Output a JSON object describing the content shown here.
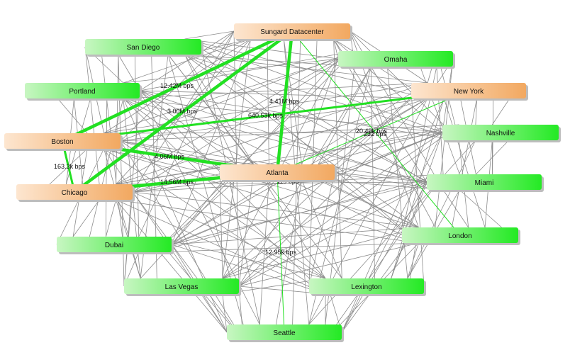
{
  "colors": {
    "mesh_line": "#8c8c8c",
    "traffic_line": "#22e022",
    "green_node_from": "#c8f6c2",
    "green_node_to": "#24ea24",
    "orange_node_from": "#fde6d0",
    "orange_node_to": "#f2a860",
    "shadow": "#bdbdbd",
    "label_text": "#111111"
  },
  "nodes": [
    {
      "id": "sungard",
      "label": "Sungard Datacenter",
      "style": "orange"
    },
    {
      "id": "sandiego",
      "label": "San Diego",
      "style": "green"
    },
    {
      "id": "omaha",
      "label": "Omaha",
      "style": "green"
    },
    {
      "id": "portland",
      "label": "Portland",
      "style": "green"
    },
    {
      "id": "newyork",
      "label": "New York",
      "style": "orange"
    },
    {
      "id": "nashville",
      "label": "Nashville",
      "style": "green"
    },
    {
      "id": "boston",
      "label": "Boston",
      "style": "orange"
    },
    {
      "id": "atlanta",
      "label": "Atlanta",
      "style": "orange"
    },
    {
      "id": "miami",
      "label": "Miami",
      "style": "green"
    },
    {
      "id": "chicago",
      "label": "Chicago",
      "style": "orange"
    },
    {
      "id": "london",
      "label": "London",
      "style": "green"
    },
    {
      "id": "dubai",
      "label": "Dubai",
      "style": "green"
    },
    {
      "id": "lasvegas",
      "label": "Las Vegas",
      "style": "green"
    },
    {
      "id": "lexington",
      "label": "Lexington",
      "style": "green"
    },
    {
      "id": "seattle",
      "label": "Seattle",
      "style": "green"
    }
  ],
  "links": [
    {
      "from": "sungard",
      "to": "boston",
      "level": "thick"
    },
    {
      "from": "sungard",
      "to": "chicago",
      "level": "thick"
    },
    {
      "from": "sungard",
      "to": "atlanta",
      "level": "thick"
    },
    {
      "from": "sungard",
      "to": "london",
      "level": "thin"
    },
    {
      "from": "boston",
      "to": "newyork",
      "level": "medium"
    },
    {
      "from": "boston",
      "to": "atlanta",
      "level": "thick"
    },
    {
      "from": "boston",
      "to": "chicago",
      "level": "medium"
    },
    {
      "from": "chicago",
      "to": "atlanta",
      "level": "thick"
    },
    {
      "from": "newyork",
      "to": "atlanta",
      "level": "thin"
    },
    {
      "from": "atlanta",
      "to": "seattle",
      "level": "thin"
    }
  ],
  "traffic_labels": [
    {
      "id": "tl1",
      "text": "12.42M bps"
    },
    {
      "id": "tl2",
      "text": "3.00M bps"
    },
    {
      "id": "tl3",
      "text": "4.41M bps"
    },
    {
      "id": "tl4",
      "text": "640.53k bps"
    },
    {
      "id": "tl5",
      "text": "20.49k bps"
    },
    {
      "id": "tl6",
      "text": "232 bps"
    },
    {
      "id": "tl7",
      "text": "4.06M bps"
    },
    {
      "id": "tl8",
      "text": "163.3k bps"
    },
    {
      "id": "tl9",
      "text": "14.56M bps"
    },
    {
      "id": "tl10",
      "text": "119 bps"
    },
    {
      "id": "tl11",
      "text": "12.95k bps"
    }
  ]
}
